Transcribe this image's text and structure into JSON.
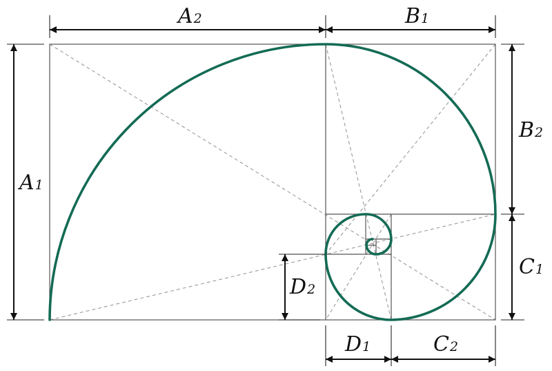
{
  "labels": {
    "a1": {
      "main": "A",
      "sub": "1"
    },
    "a2": {
      "main": "A",
      "sub": "2"
    },
    "b1": {
      "main": "B",
      "sub": "1"
    },
    "b2": {
      "main": "B",
      "sub": "2"
    },
    "c1": {
      "main": "C",
      "sub": "1"
    },
    "c2": {
      "main": "C",
      "sub": "2"
    },
    "d1": {
      "main": "D",
      "sub": "1"
    },
    "d2": {
      "main": "D",
      "sub": "2"
    }
  },
  "colors": {
    "spiral": "#146b55",
    "frame": "#555555",
    "guides": "#9a9a9a",
    "dimension": "#111111"
  }
}
